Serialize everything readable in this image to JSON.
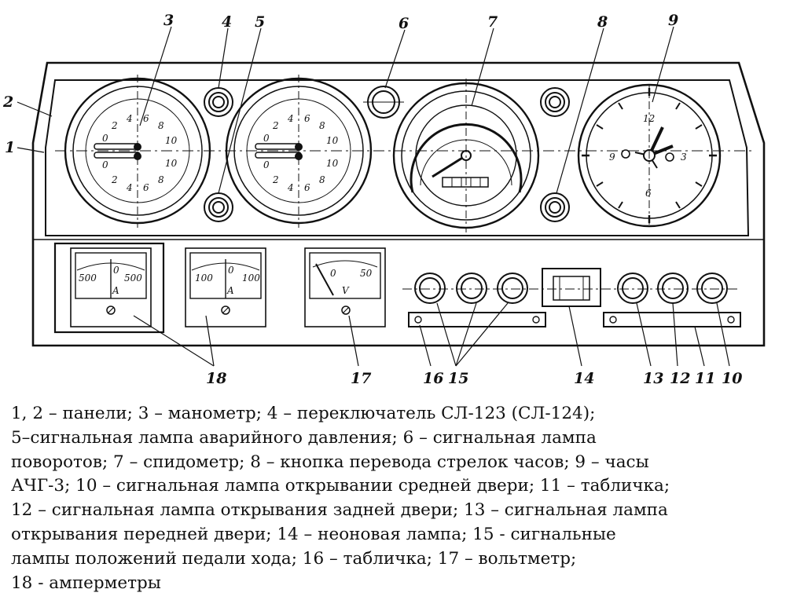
{
  "callouts": [
    "1",
    "2",
    "3",
    "4",
    "5",
    "6",
    "7",
    "8",
    "9",
    "10",
    "11",
    "12",
    "13",
    "14",
    "15",
    "16",
    "17",
    "18"
  ],
  "gauges": {
    "manometer_upper_scale": [
      "0",
      "2",
      "4",
      "6",
      "8",
      "10"
    ],
    "manometer_lower_scale": [
      "0",
      "2",
      "4",
      "6",
      "8",
      "10"
    ],
    "clock_numbers": [
      "12",
      "3",
      "6",
      "9"
    ]
  },
  "meters": {
    "ammeter_large": {
      "left": "500",
      "zero": "0",
      "right": "500",
      "unit": "A"
    },
    "ammeter_small": {
      "left": "100",
      "zero": "0",
      "right": "100",
      "unit": "A"
    },
    "voltmeter": {
      "zero": "0",
      "max": "50",
      "unit": "V"
    }
  },
  "caption": [
    "1, 2 – панели; 3 – манометр; 4 – переключатель СЛ-123 (СЛ-124);",
    "5–сигнальная лампа аварийного давления; 6 – сигнальная лампа",
    "поворотов; 7 – спидометр; 8 – кнопка перевода стрелок часов; 9 – часы",
    "АЧГ-3; 10 – сигнальная лампа открывании средней двери; 11 – табличка;",
    "12 – сигнальная лампа открывания задней двери; 13 – сигнальная лампа",
    "открывания передней двери; 14 – неоновая лампа; 15 - сигнальные",
    "лампы положений педали хода; 16 – табличка; 17 – вольтметр;",
    "18 - амперметры"
  ]
}
